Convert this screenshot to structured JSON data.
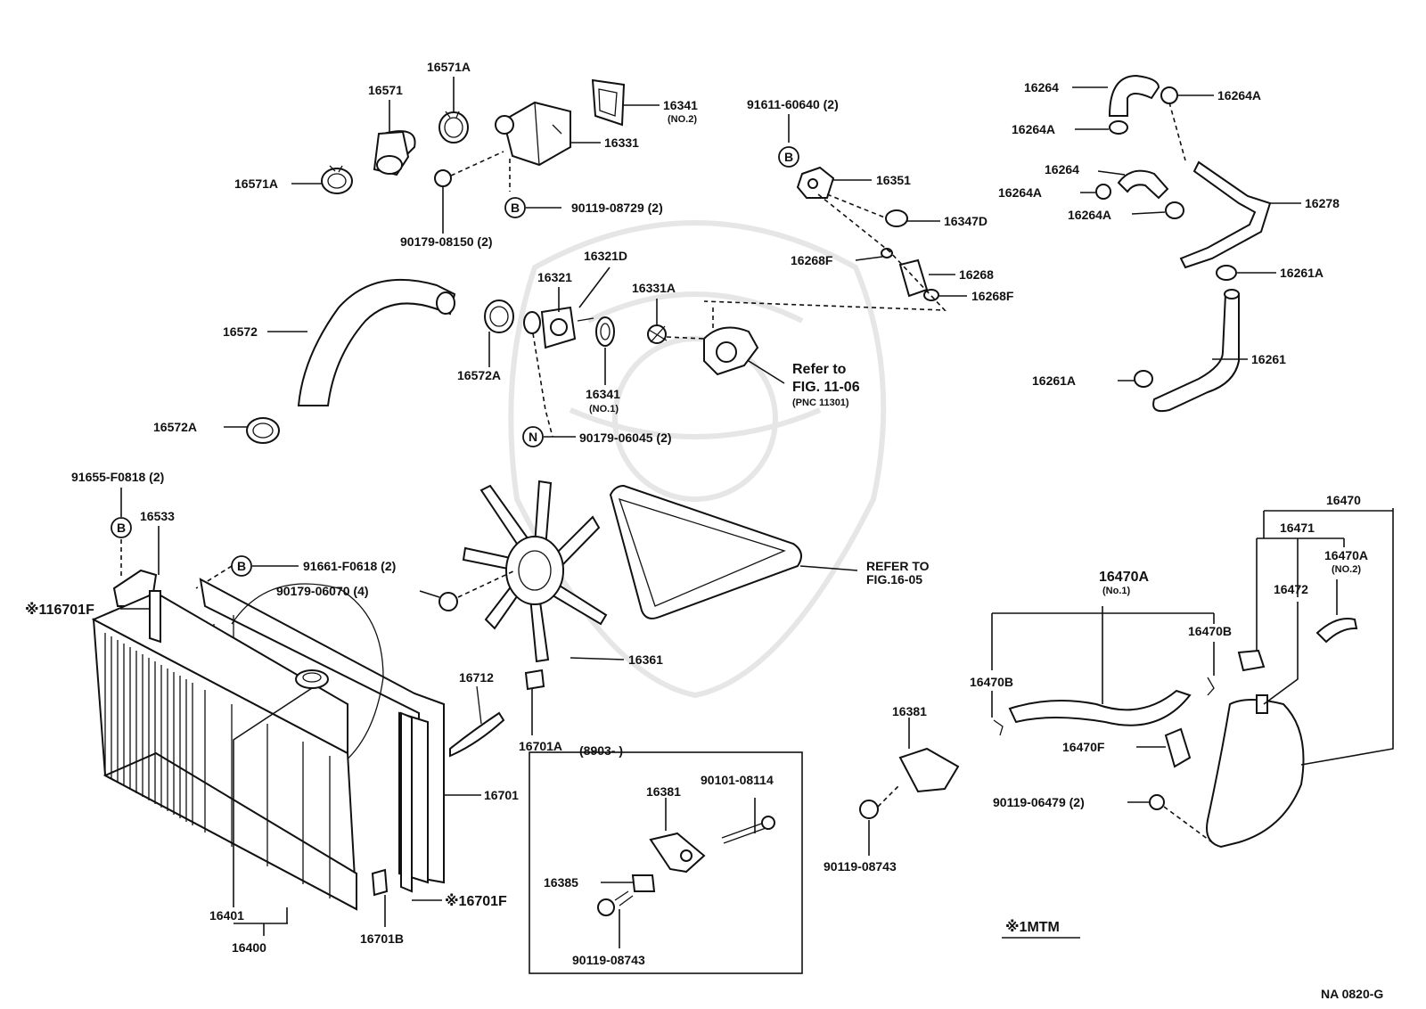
{
  "diagram": {
    "code": "NA 0820-G",
    "note_mtm": "※1MTM",
    "labels": {
      "p16571": "16571",
      "p16571a_top": "16571A",
      "p16571a_left": "16571A",
      "p16341_2": "16341",
      "p16341_2_sub": "(NO.2)",
      "p16331": "16331",
      "p90179_08150": "90179-08150 (2)",
      "p90119_08729": "90119-08729 (2)",
      "p91611": "91611-60640 (2)",
      "p16351": "16351",
      "p16347d": "16347D",
      "p16268f_a": "16268F",
      "p16268": "16268",
      "p16268f_b": "16268F",
      "p16264_a": "16264",
      "p16264a_a": "16264A",
      "p16264a_b": "16264A",
      "p16264_b": "16264",
      "p16264a_c": "16264A",
      "p16264a_d": "16264A",
      "p16278": "16278",
      "p16261a_a": "16261A",
      "p16261": "16261",
      "p16261a_b": "16261A",
      "p16321d": "16321D",
      "p16321": "16321",
      "p16331a": "16331A",
      "p16572": "16572",
      "p16572a_a": "16572A",
      "p16572a_b": "16572A",
      "p16341_1": "16341",
      "p16341_1_sub": "(NO.1)",
      "p90179_06045": "90179-06045 (2)",
      "refer_1106_a": "Refer to",
      "refer_1106_b": "FIG. 11-06",
      "refer_1106_c": "(PNC 11301)",
      "p91655": "91655-F0818 (2)",
      "p16533": "16533",
      "p91661": "91661-F0618 (2)",
      "p90179_06070": "90179-06070 (4)",
      "p16701f_a": "※116701F",
      "refer_1605_a": "REFER TO",
      "refer_1605_b": "FIG.16-05",
      "p16361": "16361",
      "p16712": "16712",
      "p16701a": "16701A",
      "p8903": "(8903-        )",
      "p16701": "16701",
      "p16701f_b": "※16701F",
      "p16401": "16401",
      "p16400": "16400",
      "p16701b": "16701B",
      "p16381_a": "16381",
      "p90101": "90101-08114",
      "p16381_b": "16381",
      "p16385": "16385",
      "p90119_08743_a": "90119-08743",
      "p90119_08743_b": "90119-08743",
      "p16470": "16470",
      "p16471": "16471",
      "p16470a_2": "16470A",
      "p16470a_2_sub": "(NO.2)",
      "p16472": "16472",
      "p16470a_1": "16470A",
      "p16470a_1_sub": "(No.1)",
      "p16470b_a": "16470B",
      "p16470b_b": "16470B",
      "p16470f": "16470F",
      "p90119_06479": "90119-06479 (2)",
      "mark_b1": "B",
      "mark_b2": "B",
      "mark_b3": "B",
      "mark_b4": "B",
      "mark_n": "N"
    }
  }
}
